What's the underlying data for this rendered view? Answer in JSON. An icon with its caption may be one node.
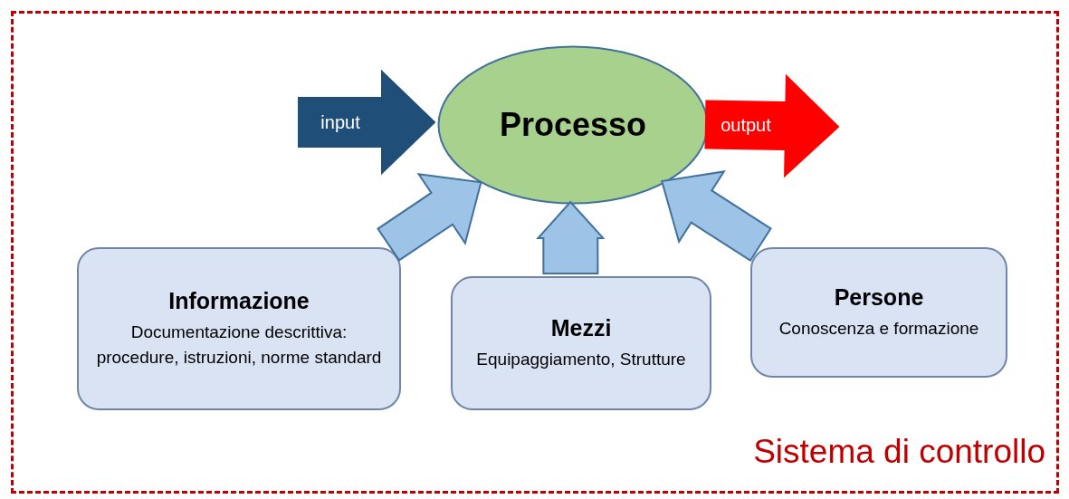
{
  "diagram": {
    "nodes": [
      {
        "text": [
          "Sistema di controllo"
        ]
      },
      {
        "text": [
          "Processo"
        ],
        "in": 0
      },
      {
        "text": [
          "Informazione",
          "Documentazione descrittiva: procedure, istruzioni, norme standard"
        ],
        "in": 0
      },
      {
        "text": [
          "Mezzi",
          "Equipaggiamento, Strutture"
        ],
        "in": 0
      },
      {
        "text": [
          "Persone",
          "Conoscenza e formazione"
        ],
        "in": 0
      }
    ],
    "edges": [
      {
        "from": null,
        "to": 1,
        "arrow": "to",
        "label": "input",
        "color": "#1f4e79"
      },
      {
        "from": 1,
        "to": null,
        "arrow": "to",
        "label": "output",
        "color": "#ff0000"
      },
      {
        "from": 2,
        "to": 1,
        "arrow": "to"
      },
      {
        "from": 3,
        "to": 1,
        "arrow": "to"
      },
      {
        "from": 4,
        "to": 1,
        "arrow": "to"
      }
    ]
  }
}
